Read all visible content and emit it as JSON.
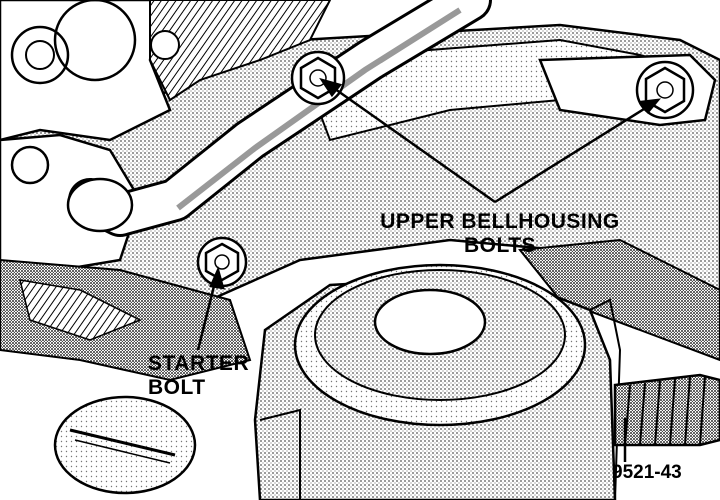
{
  "callouts": {
    "upper_bellhousing_line1": "UPPER BELLHOUSING",
    "upper_bellhousing_line2": "BOLTS",
    "starter_line1": "STARTER",
    "starter_line2": "BOLT"
  },
  "figure_id": "9521-43",
  "colors": {
    "ink": "#000000",
    "paper": "#ffffff",
    "shade": "#8a8a8a"
  }
}
